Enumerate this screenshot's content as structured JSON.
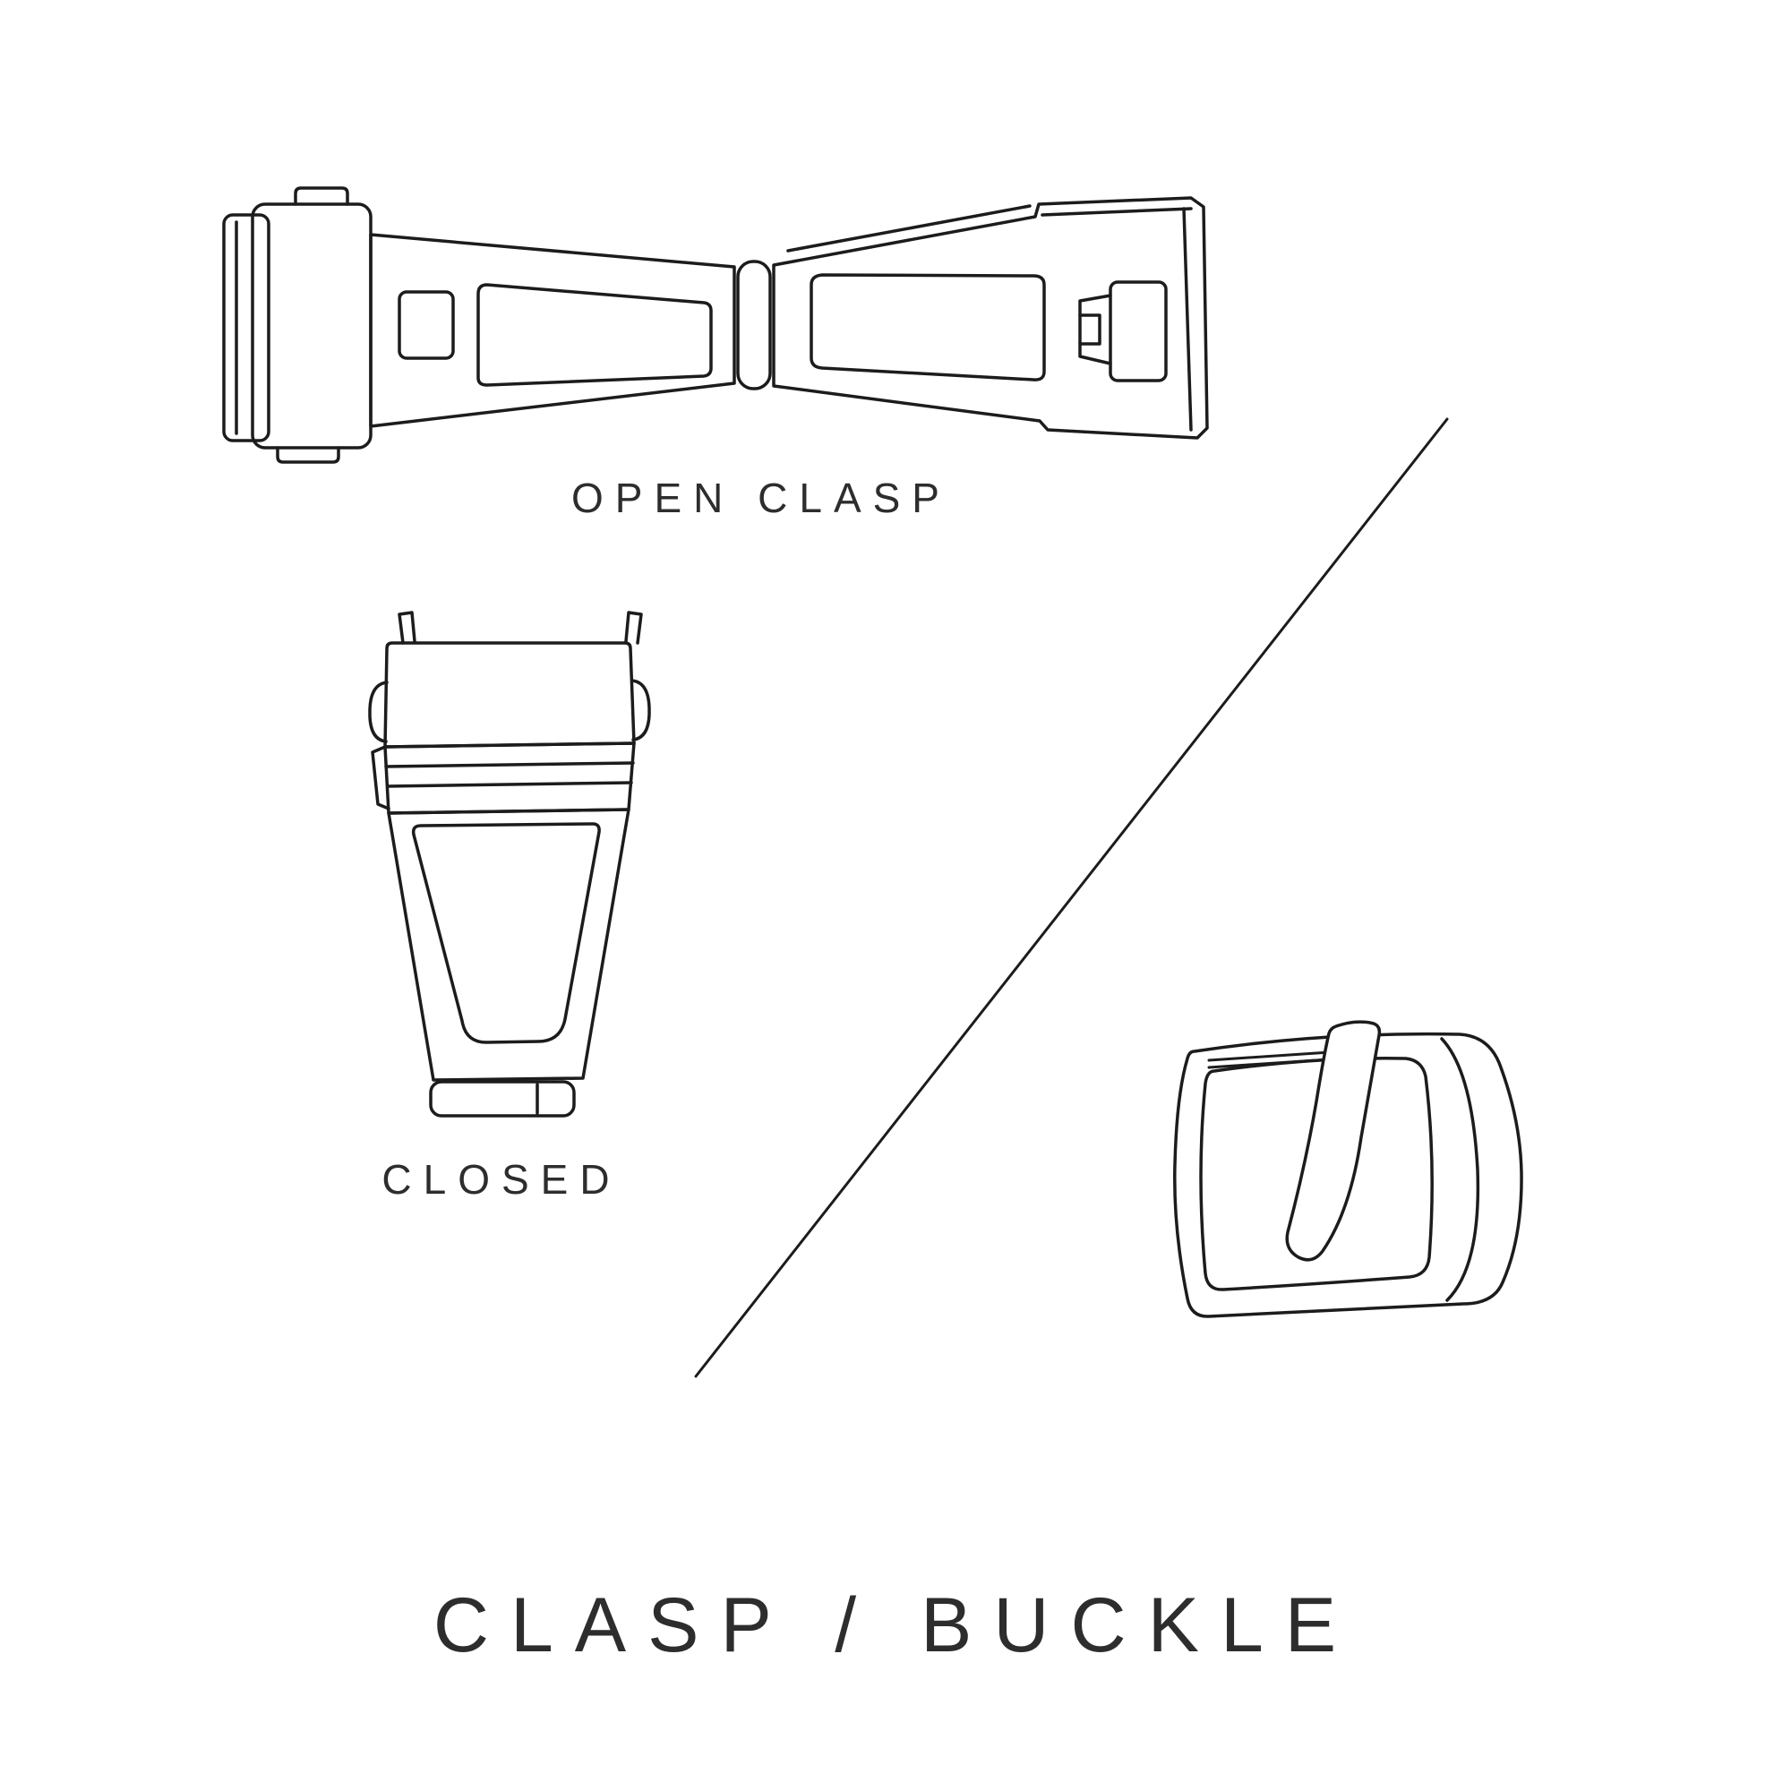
{
  "canvas": {
    "background": "#ffffff",
    "stroke_color": "#1c1c1c",
    "text_color": "#2d2d2d"
  },
  "figures": {
    "open_clasp": {
      "icon": "open-clasp-illustration",
      "label": "OPEN CLASP"
    },
    "closed_clasp": {
      "icon": "closed-clasp-illustration",
      "label": "CLOSED"
    },
    "buckle": {
      "icon": "buckle-illustration"
    },
    "divider": {
      "icon": "diagonal-divider"
    }
  },
  "title": "CLASP / BUCKLE"
}
